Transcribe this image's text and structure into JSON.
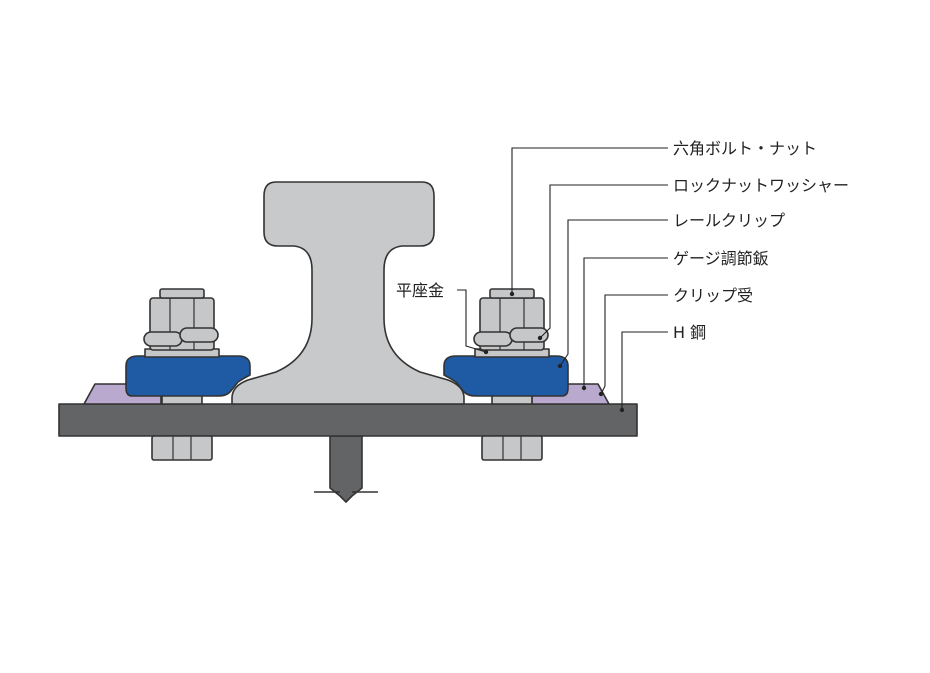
{
  "labels": {
    "hex_bolt_nut": "六角ボルト・ナット",
    "lock_nut_washer": "ロックナットワッシャー",
    "rail_clip": "レールクリップ",
    "gauge_plate": "ゲージ調節鈑",
    "clip_seat": "クリップ受",
    "h_beam": "H 鋼",
    "flat_seat": "平座金"
  },
  "colors": {
    "rail": "#c8c9ca",
    "bolt": "#c6c7c8",
    "clip": "#1f5aa5",
    "clip_seat": "#b9a9cf",
    "h_beam": "#636466",
    "outline": "#333333"
  }
}
